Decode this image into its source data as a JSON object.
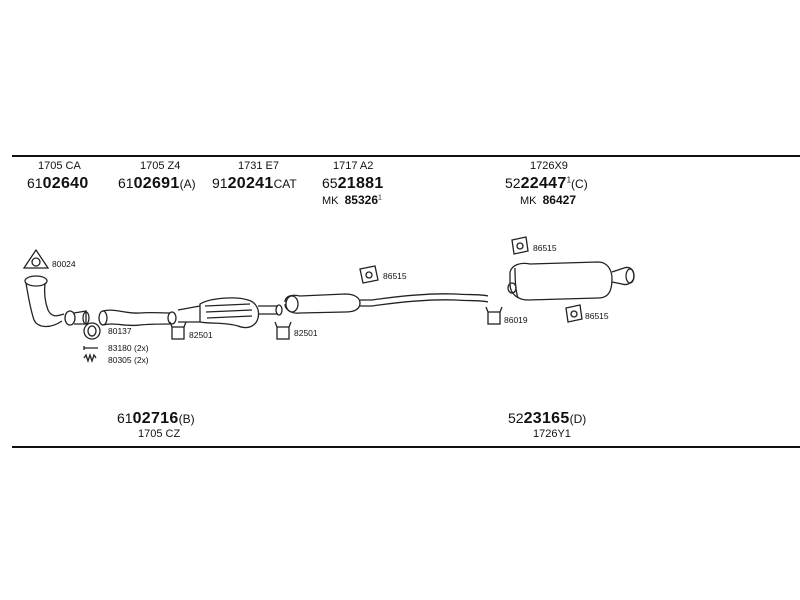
{
  "header": {
    "items": [
      {
        "ref": "1705 CA",
        "prefix": "61",
        "number": "02640",
        "suffix": ""
      },
      {
        "ref": "1705 Z4",
        "prefix": "61",
        "number": "02691",
        "suffix": "(A)"
      },
      {
        "ref": "1731 E7",
        "prefix": "91",
        "number": "20241",
        "suffix": "CAT"
      },
      {
        "ref": "1717 A2",
        "prefix": "65",
        "number": "21881",
        "suffix": "",
        "mk_label": "MK",
        "mk_number": "85326",
        "mk_sup": "1"
      },
      {
        "ref": "1726X9",
        "prefix": "52",
        "number": "22447",
        "sup": "1",
        "suffix": "(C)",
        "mk_label": "MK",
        "mk_number": "86427",
        "mk_sup": ""
      }
    ]
  },
  "footer": {
    "left": {
      "prefix": "61",
      "number": "02716",
      "suffix": "(B)",
      "ref": "1705 CZ"
    },
    "right": {
      "prefix": "52",
      "number": "23165",
      "suffix": "(D)",
      "ref": "1726Y1"
    }
  },
  "parts": {
    "gasket_top": "80024",
    "ring": "80137",
    "bolt": "83180 (2x)",
    "spring": "80305 (2x)",
    "clamp_1": "82501",
    "clamp_2": "82501",
    "hanger_mid": "86515",
    "hanger_rear_top": "86515",
    "hanger_rear_side": "86515",
    "clamp_rear": "86019"
  }
}
